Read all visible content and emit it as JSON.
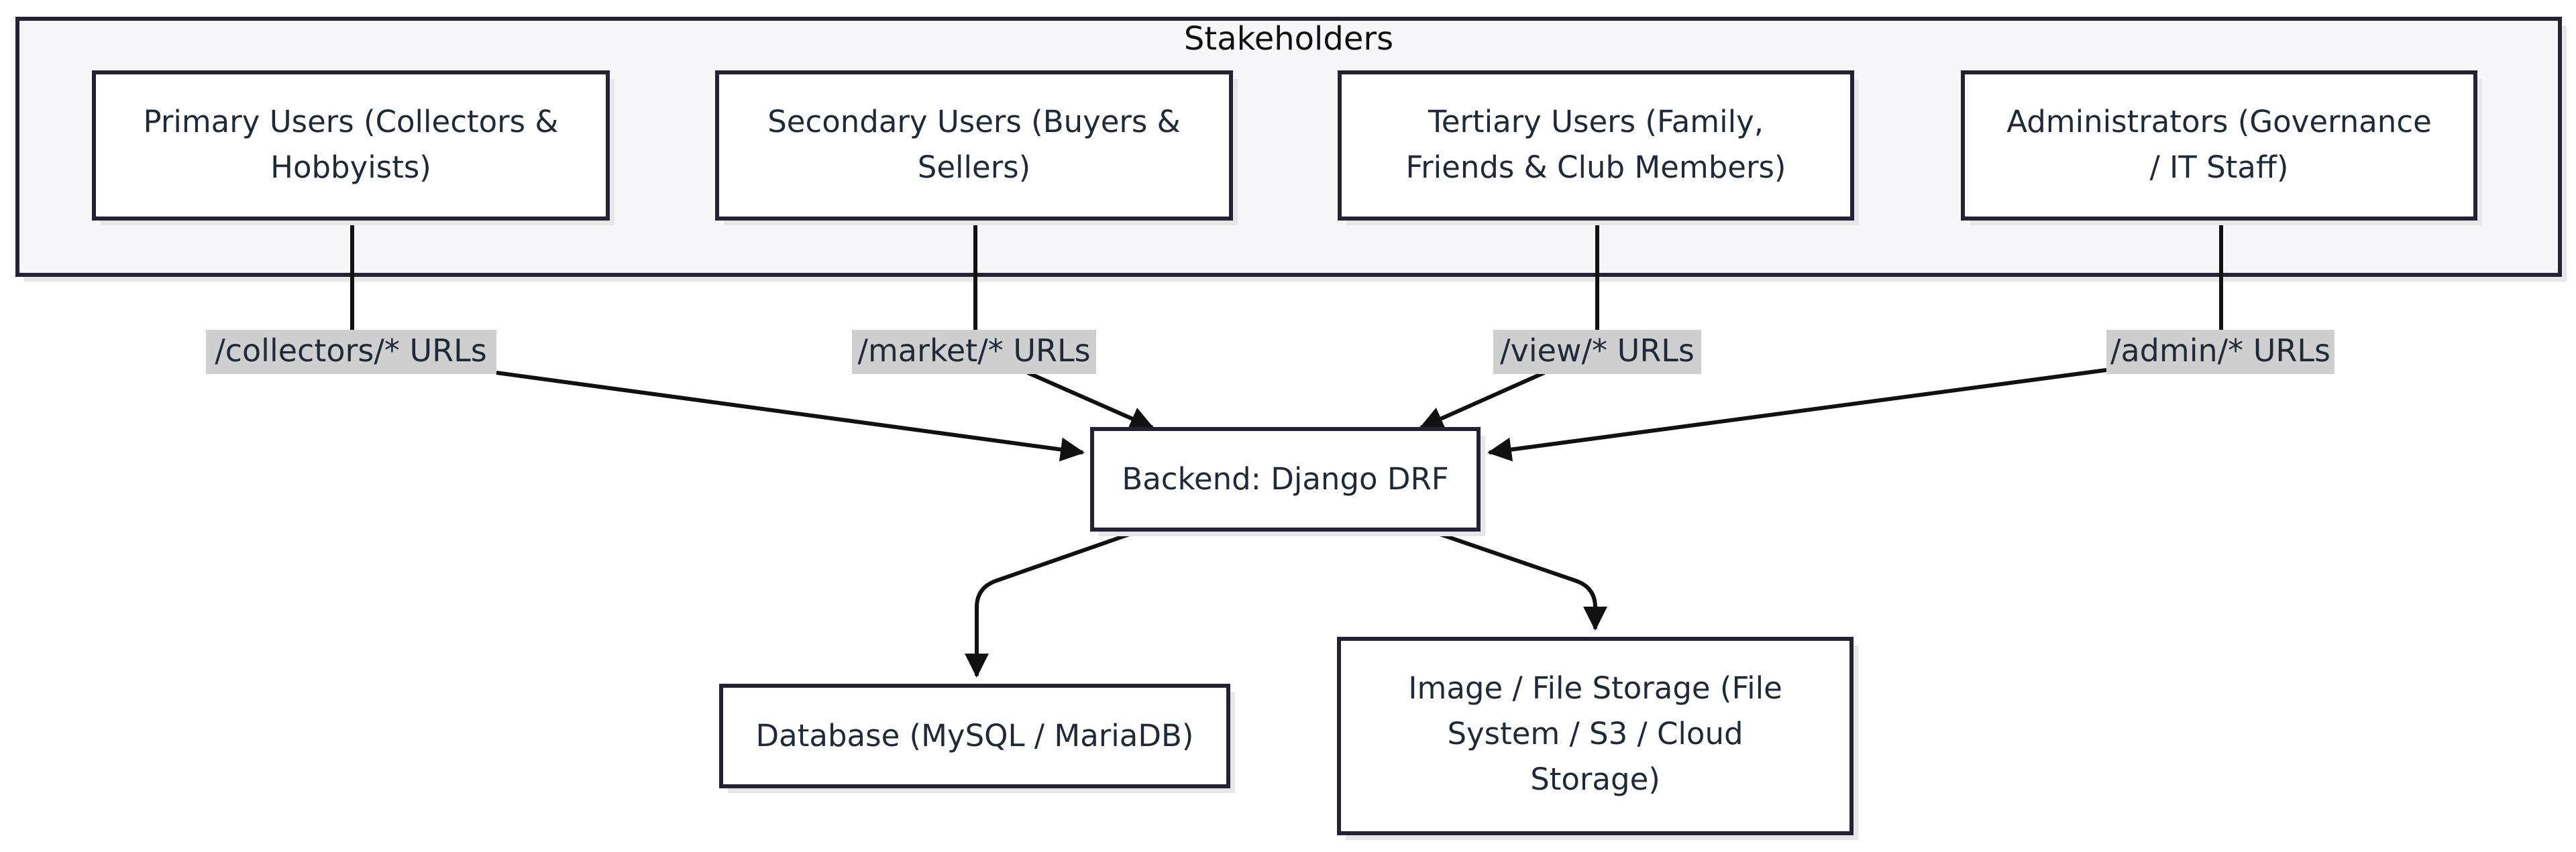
{
  "group": {
    "title": "Stakeholders"
  },
  "nodes": {
    "primary": {
      "lines": [
        "Primary Users (Collectors &",
        "Hobbyists)"
      ]
    },
    "secondary": {
      "lines": [
        "Secondary Users (Buyers &",
        "Sellers)"
      ]
    },
    "tertiary": {
      "lines": [
        "Tertiary Users (Family,",
        "Friends & Club Members)"
      ]
    },
    "admins": {
      "lines": [
        "Administrators (Governance",
        "/ IT Staff)"
      ]
    },
    "backend": {
      "lines": [
        "Backend: Django DRF"
      ]
    },
    "database": {
      "lines": [
        "Database (MySQL / MariaDB)"
      ]
    },
    "storage": {
      "lines": [
        "Image / File Storage (File",
        "System / S3 / Cloud",
        "Storage)"
      ]
    }
  },
  "edges": {
    "collectors": "/collectors/* URLs",
    "market": "/market/* URLs",
    "view": "/view/* URLs",
    "admin": "/admin/* URLs"
  }
}
